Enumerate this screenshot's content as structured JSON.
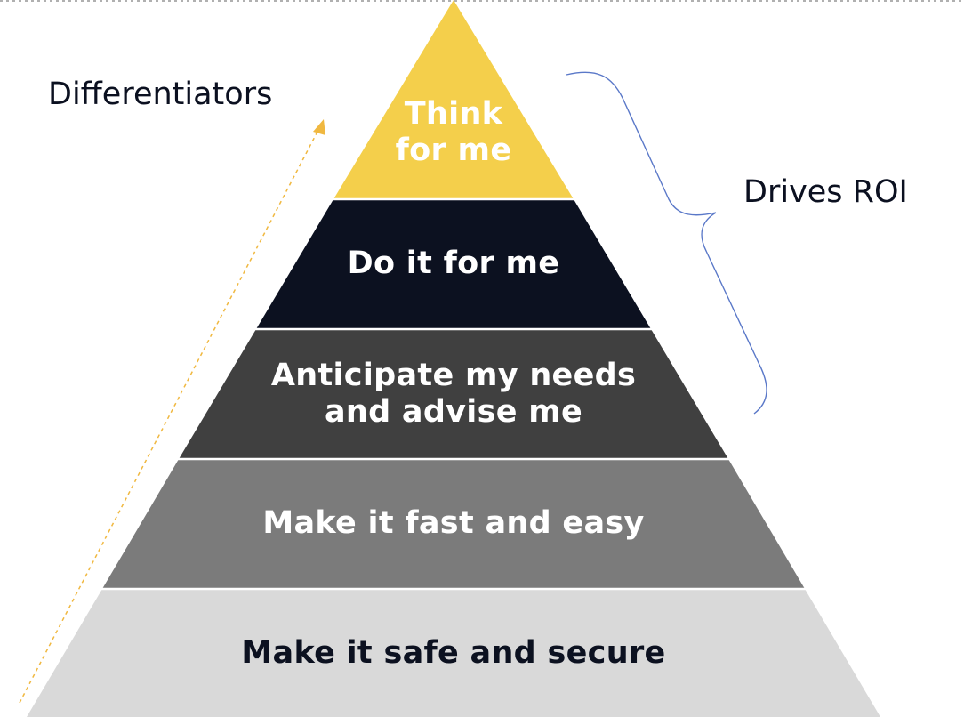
{
  "pyramid": {
    "levels": [
      {
        "key": "think",
        "lines": [
          "Think",
          "for me"
        ],
        "fill": "#f4cf4b",
        "text_color": "#ffffff"
      },
      {
        "key": "do",
        "lines": [
          "Do it for me"
        ],
        "fill": "#0c1120",
        "text_color": "#ffffff"
      },
      {
        "key": "anticipate",
        "lines": [
          "Anticipate my needs",
          "and advise me"
        ],
        "fill": "#404040",
        "text_color": "#ffffff"
      },
      {
        "key": "fast",
        "lines": [
          "Make it fast and easy"
        ],
        "fill": "#7b7b7b",
        "text_color": "#ffffff"
      },
      {
        "key": "safe",
        "lines": [
          "Make it safe and secure"
        ],
        "fill": "#d9d9d9",
        "text_color": "#0c1120"
      }
    ]
  },
  "annotations": {
    "differentiators": "Differentiators",
    "drives_roi": "Drives ROI",
    "brace_color": "#5a78c8",
    "arrow_color": "#f0b840"
  }
}
